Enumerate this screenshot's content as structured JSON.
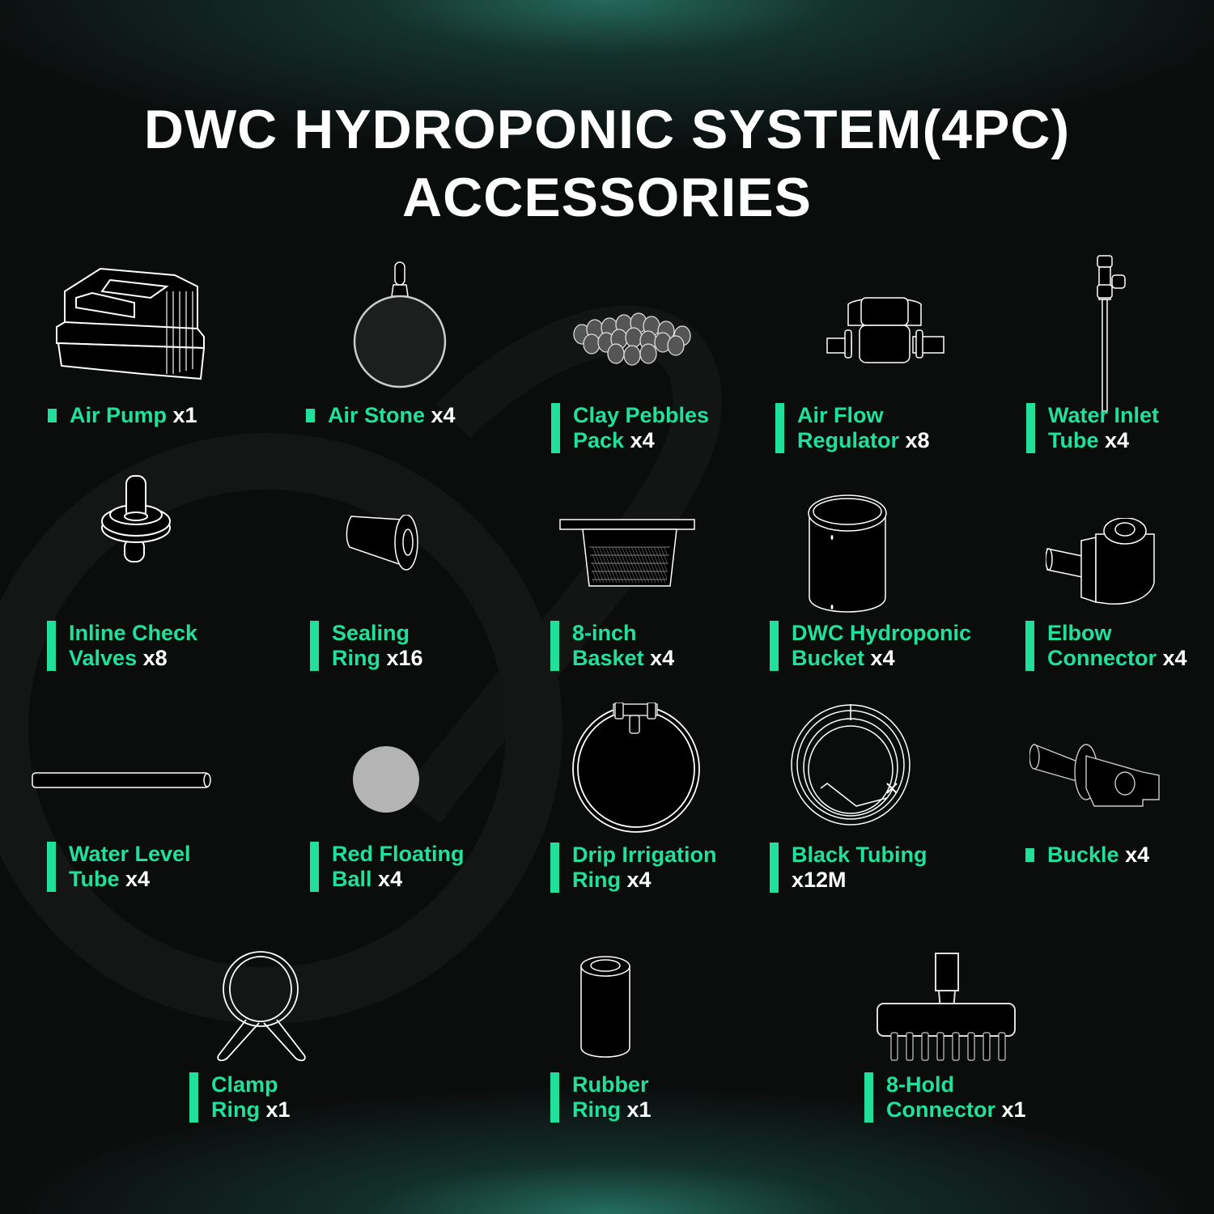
{
  "header": {
    "title_line1": "DWC HYDROPONIC SYSTEM(4PC)",
    "title_line2": "ACCESSORIES"
  },
  "colors": {
    "accent": "#20e09c",
    "background": "#0b0c0c",
    "glow": "#266e60",
    "text": "#ffffff"
  },
  "items": [
    {
      "line1": "Air Pump",
      "line2": "",
      "qty": "x1",
      "icon": "air-pump-icon"
    },
    {
      "line1": "Air Stone",
      "line2": "",
      "qty": "x4",
      "icon": "air-stone-icon"
    },
    {
      "line1": "Clay Pebbles",
      "line2": "Pack",
      "qty": "x4",
      "icon": "clay-pebbles-icon"
    },
    {
      "line1": "Air Flow",
      "line2": "Regulator",
      "qty": "x8",
      "icon": "air-flow-regulator-icon"
    },
    {
      "line1": "Water Inlet",
      "line2": "Tube",
      "qty": "x4",
      "icon": "water-inlet-tube-icon"
    },
    {
      "line1": "Inline Check",
      "line2": "Valves",
      "qty": "x8",
      "icon": "check-valve-icon"
    },
    {
      "line1": "Sealing",
      "line2": "Ring",
      "qty": "x16",
      "icon": "sealing-ring-icon"
    },
    {
      "line1": "8-inch",
      "line2": "Basket",
      "qty": "x4",
      "icon": "basket-icon"
    },
    {
      "line1": "DWC Hydroponic",
      "line2": "Bucket",
      "qty": "x4",
      "icon": "bucket-icon"
    },
    {
      "line1": "Elbow",
      "line2": "Connector",
      "qty": "x4",
      "icon": "elbow-connector-icon"
    },
    {
      "line1": "Water Level",
      "line2": "Tube",
      "qty": "x4",
      "icon": "water-level-tube-icon"
    },
    {
      "line1": "Red Floating",
      "line2": "Ball",
      "qty": "x4",
      "icon": "floating-ball-icon"
    },
    {
      "line1": "Drip Irrigation",
      "line2": "Ring",
      "qty": "x4",
      "icon": "drip-ring-icon"
    },
    {
      "line1": "Black Tubing",
      "line2": "",
      "qty": "x12M",
      "icon": "tubing-coil-icon"
    },
    {
      "line1": "Buckle",
      "line2": "",
      "qty": "x4",
      "icon": "buckle-icon"
    },
    {
      "line1": "Clamp",
      "line2": "Ring",
      "qty": "x1",
      "icon": "clamp-ring-icon"
    },
    {
      "line1": "Rubber",
      "line2": "Ring",
      "qty": "x1",
      "icon": "rubber-ring-icon"
    },
    {
      "line1": "8-Hold",
      "line2": "Connector",
      "qty": "x1",
      "icon": "manifold-connector-icon"
    }
  ]
}
